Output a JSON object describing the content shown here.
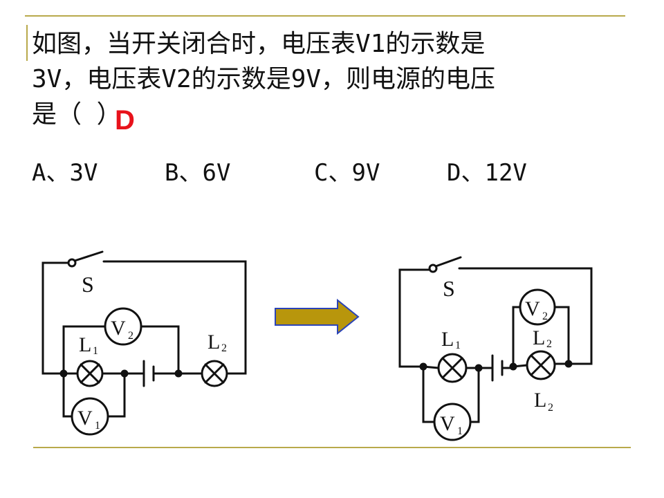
{
  "question": {
    "line1": "如图，当开关闭合时，电压表V1的示数是",
    "line2": "3V，电压表V2的示数是9V，则电源的电压",
    "line3": "是（        ）"
  },
  "answer": "D",
  "options": {
    "a": "A、3V",
    "b": "B、6V",
    "c": "C、9V",
    "d": "D、12V"
  },
  "circuit_left": {
    "switch": "S",
    "v2": "V",
    "v2_sub": "2",
    "l1": "L",
    "l1_sub": "1",
    "l2": "L",
    "l2_sub": "2",
    "v1": "V",
    "v1_sub": "1"
  },
  "circuit_right": {
    "switch": "S",
    "v2": "V",
    "v2_sub": "2",
    "l1": "L",
    "l1_sub": "1",
    "l2_upper": "L",
    "l2_upper_sub": "2",
    "l2": "L",
    "l2_sub": "2",
    "v1": "V",
    "v1_sub": "1"
  },
  "colors": {
    "accent_rule": "#b8a94a",
    "answer": "#e8121b",
    "arrow_fill": "#b8960c",
    "arrow_stroke": "#2a43b8"
  }
}
